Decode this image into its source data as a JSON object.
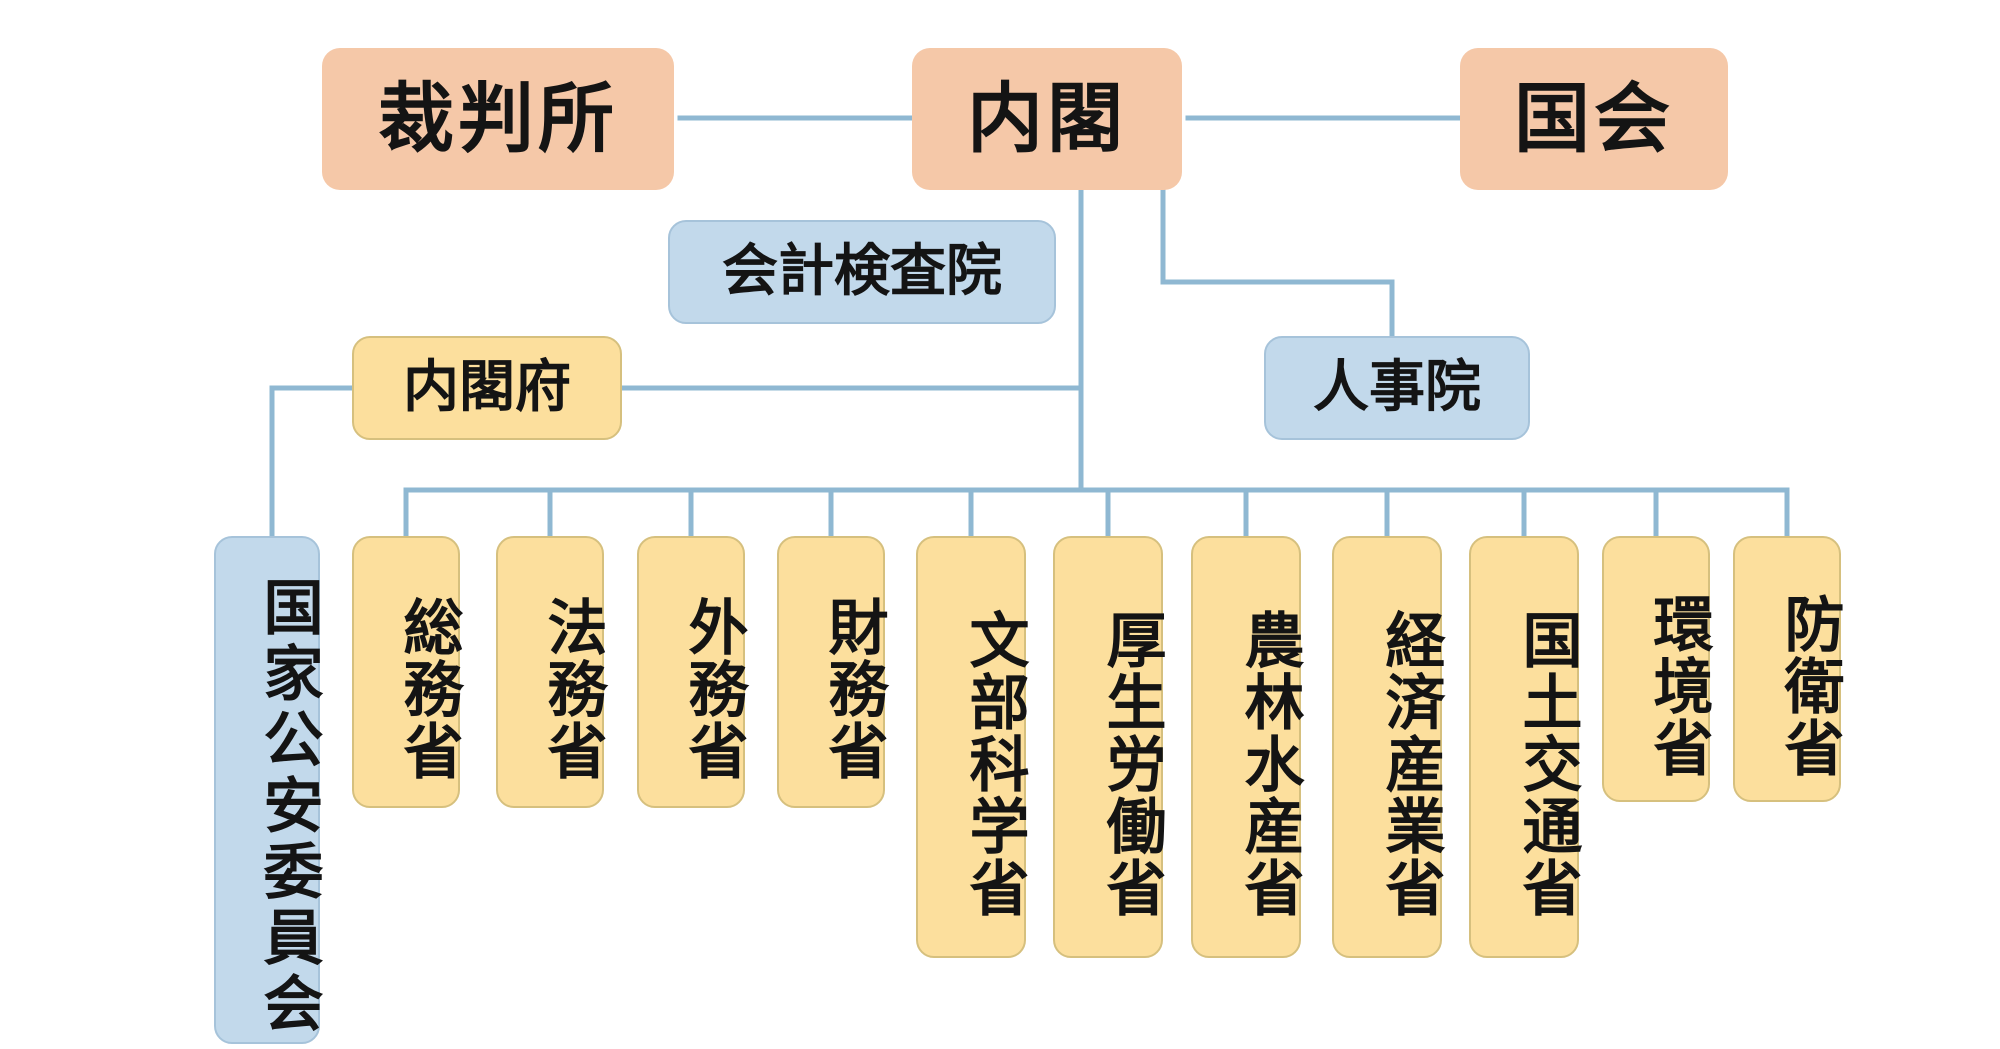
{
  "top": {
    "court": "裁判所",
    "cabinet": "内閣",
    "diet": "国会"
  },
  "agencies": {
    "audit": "会計検査院",
    "personnel": "人事院",
    "cabinet_office": "内閣府",
    "public_safety": "国家公安委員会"
  },
  "ministries": [
    "総務省",
    "法務省",
    "外務省",
    "財務省",
    "文部科学省",
    "厚生労働省",
    "農林水産省",
    "経済産業省",
    "国土交通省",
    "環境省",
    "防衛省"
  ],
  "colors": {
    "top_box": "#f5c8a8",
    "agency_box": "#c2d9eb",
    "ministry_box": "#fcdf9d",
    "connector": "#8fb8d2"
  }
}
